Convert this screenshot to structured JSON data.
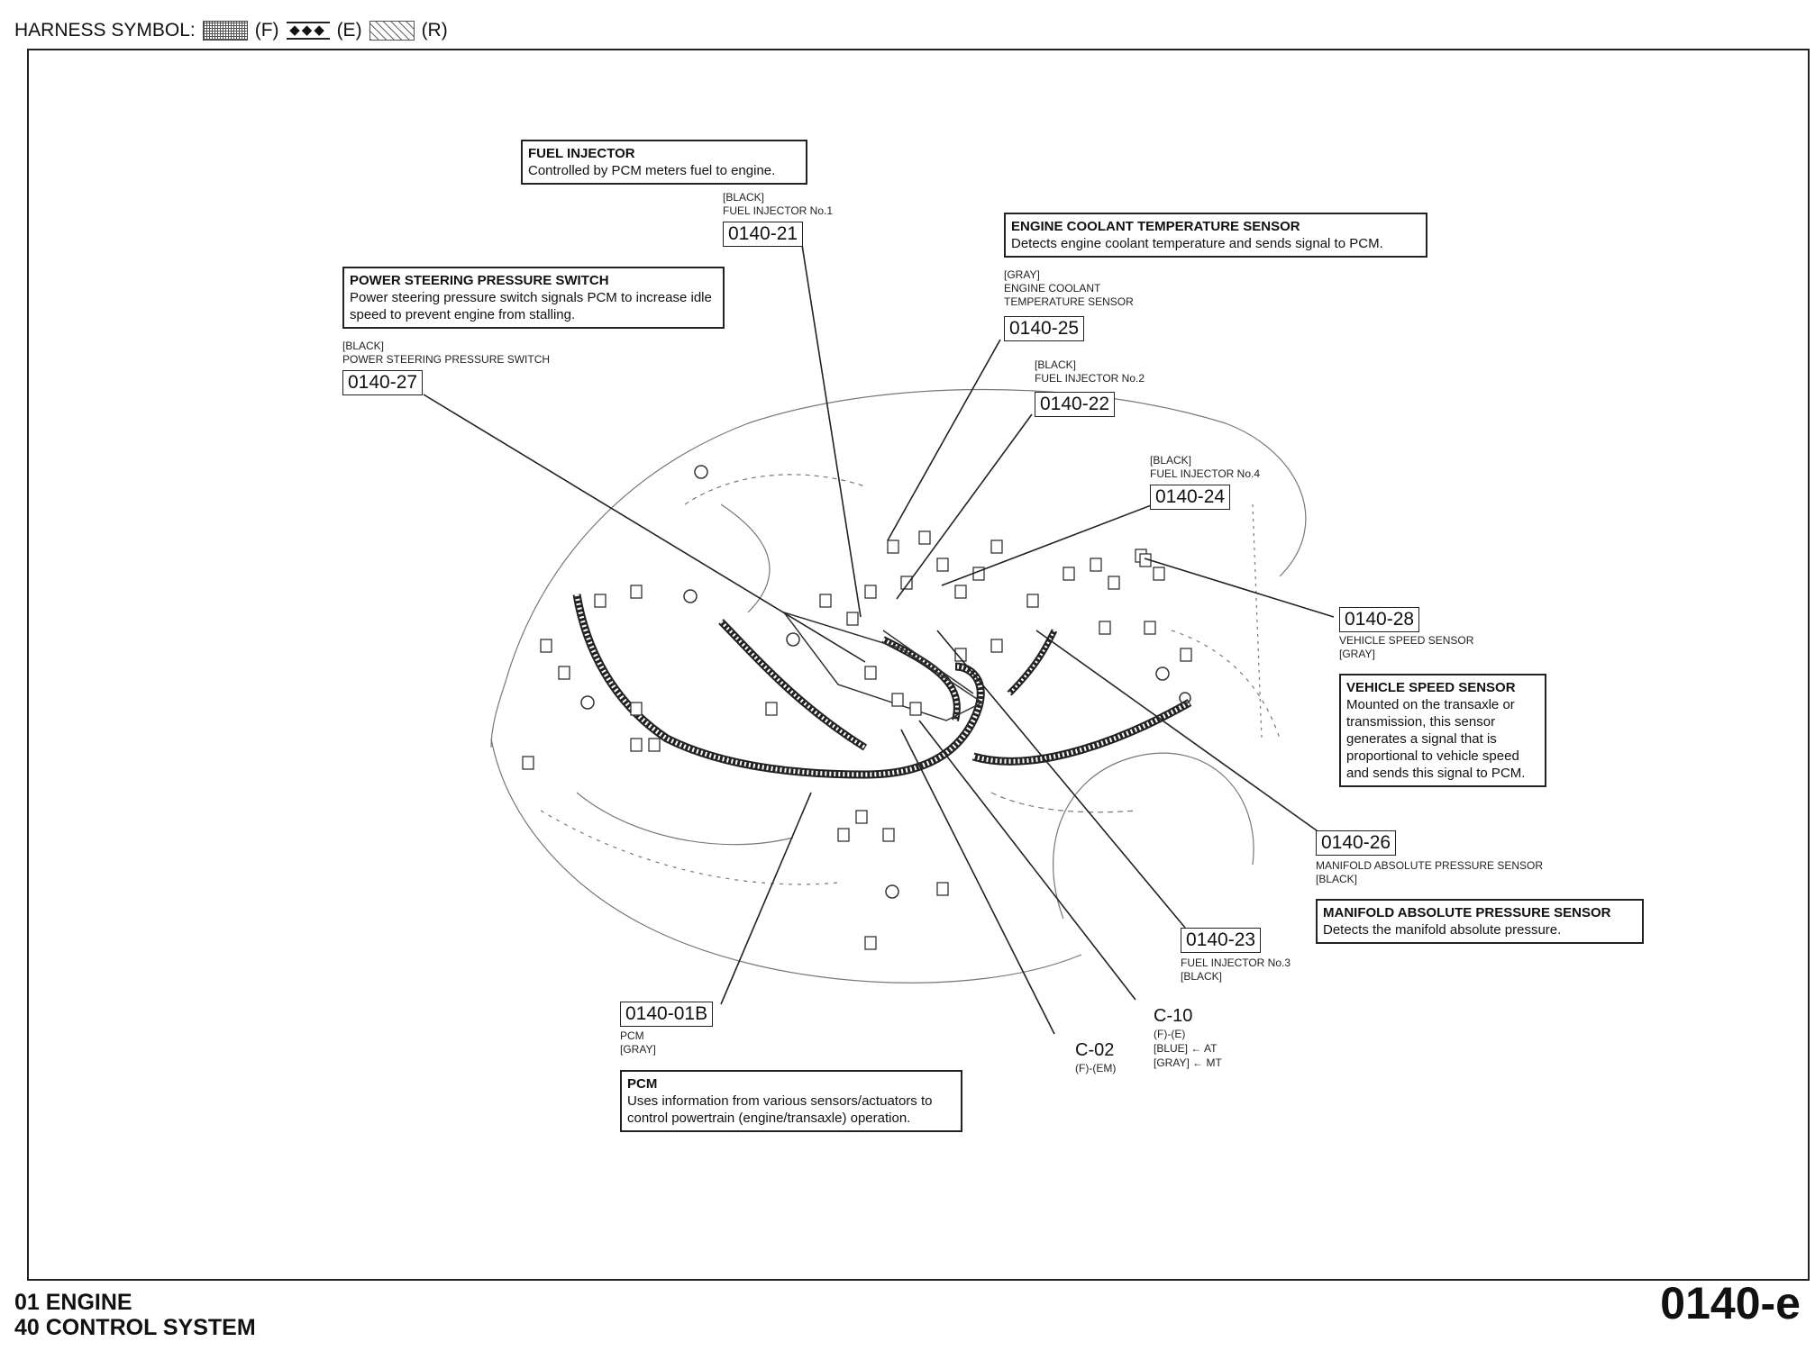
{
  "header": {
    "prefix": "HARNESS SYMBOL:",
    "f": "(F)",
    "e": "(E)",
    "r": "(R)",
    "e_glyph": "◆◆◆"
  },
  "boxes": {
    "fuel_injector": {
      "title": "FUEL INJECTOR",
      "text": "Controlled by PCM meters fuel to engine."
    },
    "ect_sensor": {
      "title": "ENGINE COOLANT TEMPERATURE SENSOR",
      "text": "Detects engine coolant temperature and sends signal to PCM."
    },
    "ps_switch": {
      "title": "POWER STEERING PRESSURE SWITCH",
      "text": "Power steering pressure switch signals PCM to increase idle speed to prevent engine from stalling."
    },
    "vss": {
      "title": "VEHICLE SPEED SENSOR",
      "text": "Mounted on the transaxle or transmission, this sensor generates a signal that is proportional to vehicle speed and sends this signal to PCM."
    },
    "map": {
      "title": "MANIFOLD ABSOLUTE PRESSURE SENSOR",
      "text": "Detects the manifold absolute pressure."
    },
    "pcm": {
      "title": "PCM",
      "text": "Uses information from various sensors/actuators to control powertrain (engine/transaxle) operation."
    }
  },
  "connectors": {
    "c21": {
      "code": "0140-21",
      "label1": "[BLACK]",
      "label2": "FUEL INJECTOR No.1"
    },
    "c25": {
      "code": "0140-25",
      "label1": "[GRAY]",
      "label2": "ENGINE COOLANT",
      "label3": "TEMPERATURE SENSOR"
    },
    "c27": {
      "code": "0140-27",
      "label1": "[BLACK]",
      "label2": "POWER STEERING PRESSURE SWITCH"
    },
    "c22": {
      "code": "0140-22",
      "label1": "[BLACK]",
      "label2": "FUEL INJECTOR No.2"
    },
    "c24": {
      "code": "0140-24",
      "label1": "[BLACK]",
      "label2": "FUEL INJECTOR No.4"
    },
    "c28": {
      "code": "0140-28",
      "label1": "VEHICLE SPEED SENSOR",
      "label2": "[GRAY]"
    },
    "c26": {
      "code": "0140-26",
      "label1": "MANIFOLD ABSOLUTE PRESSURE SENSOR",
      "label2": "[BLACK]"
    },
    "c23": {
      "code": "0140-23",
      "label1": "FUEL INJECTOR No.3",
      "label2": "[BLACK]"
    },
    "c01b": {
      "code": "0140-01B",
      "label1": "PCM",
      "label2": "[GRAY]"
    },
    "c10": {
      "code": "C-10",
      "label1": "(F)-(E)",
      "label2": "[BLUE] ← AT",
      "label3": "[GRAY] ← MT"
    },
    "c02": {
      "code": "C-02",
      "label1": "(F)-(EM)"
    }
  },
  "footer": {
    "line1": "01  ENGINE",
    "line2": "40  CONTROL SYSTEM",
    "page": "0140-e"
  }
}
